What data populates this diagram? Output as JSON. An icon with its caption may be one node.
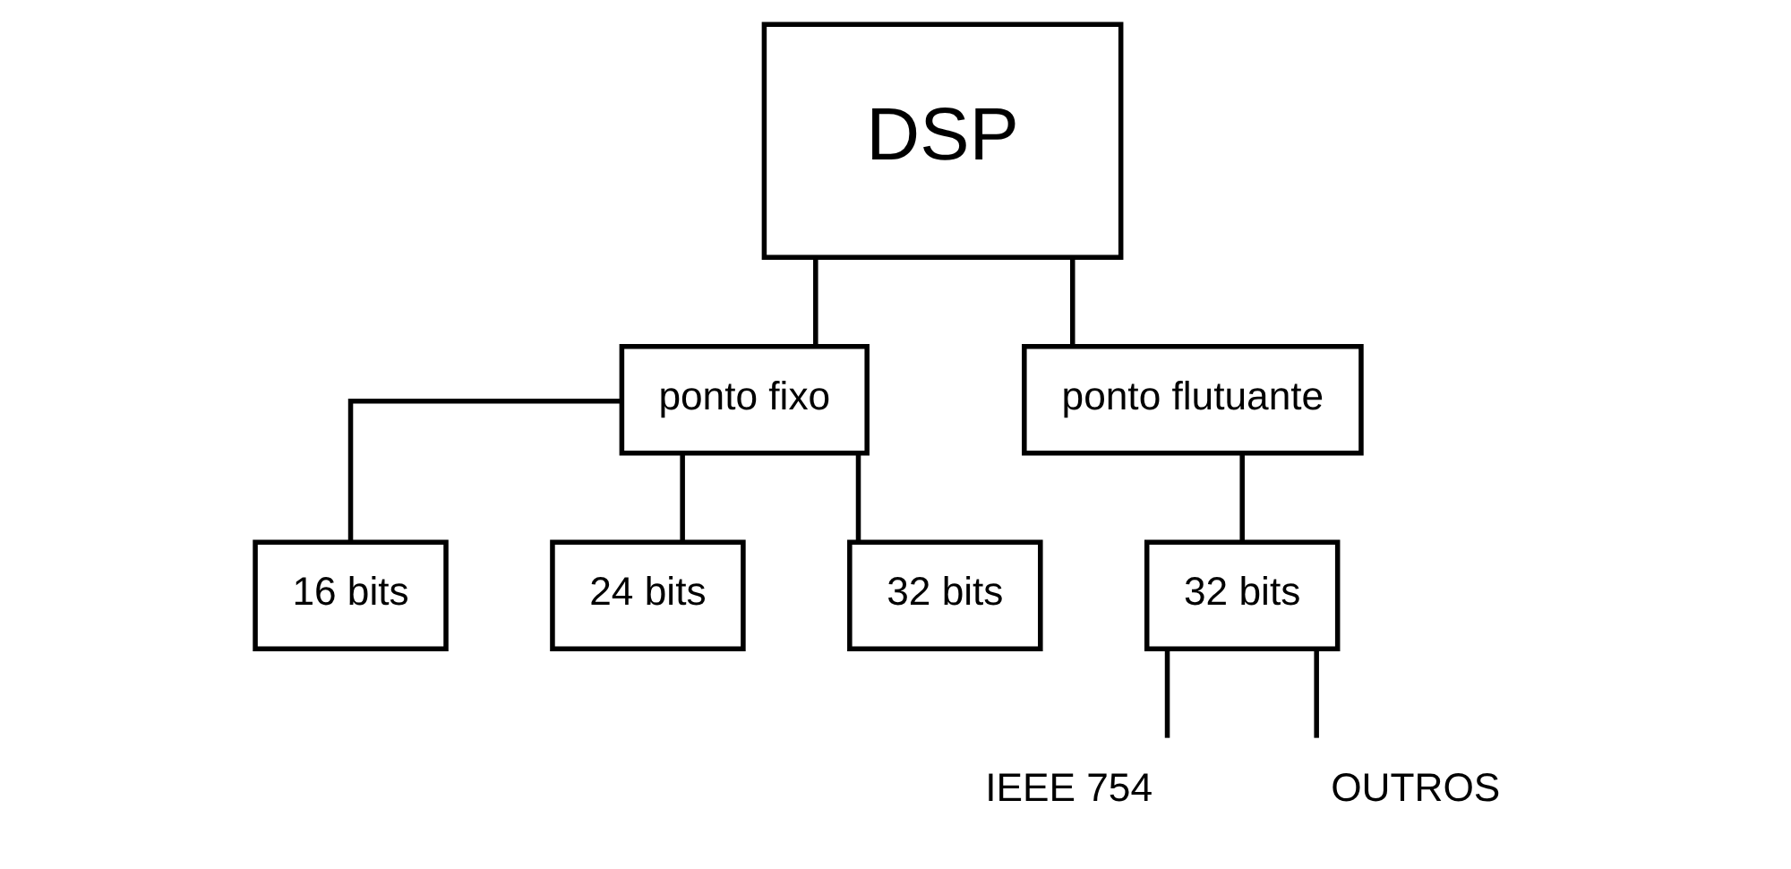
{
  "diagram": {
    "nodes": [
      {
        "text": [
          "DSP"
        ]
      },
      {
        "text": [
          "ponto fixo"
        ]
      },
      {
        "text": [
          "ponto flutuante"
        ]
      },
      {
        "text": [
          "16 bits"
        ]
      },
      {
        "text": [
          "24 bits"
        ]
      },
      {
        "text": [
          "32 bits"
        ]
      },
      {
        "text": [
          "32 bits"
        ]
      },
      {
        "text": [
          "IEEE 754"
        ]
      },
      {
        "text": [
          "OUTROS"
        ]
      }
    ],
    "edges": [
      {
        "from": 0,
        "to": 1,
        "arrow": "none"
      },
      {
        "from": 0,
        "to": 2,
        "arrow": "none"
      },
      {
        "from": 1,
        "to": 3,
        "arrow": "none"
      },
      {
        "from": 1,
        "to": 4,
        "arrow": "none"
      },
      {
        "from": 1,
        "to": 5,
        "arrow": "none"
      },
      {
        "from": 2,
        "to": 6,
        "arrow": "none"
      },
      {
        "from": 6,
        "to": 7,
        "arrow": "none"
      },
      {
        "from": 6,
        "to": 8,
        "arrow": "none"
      }
    ]
  }
}
